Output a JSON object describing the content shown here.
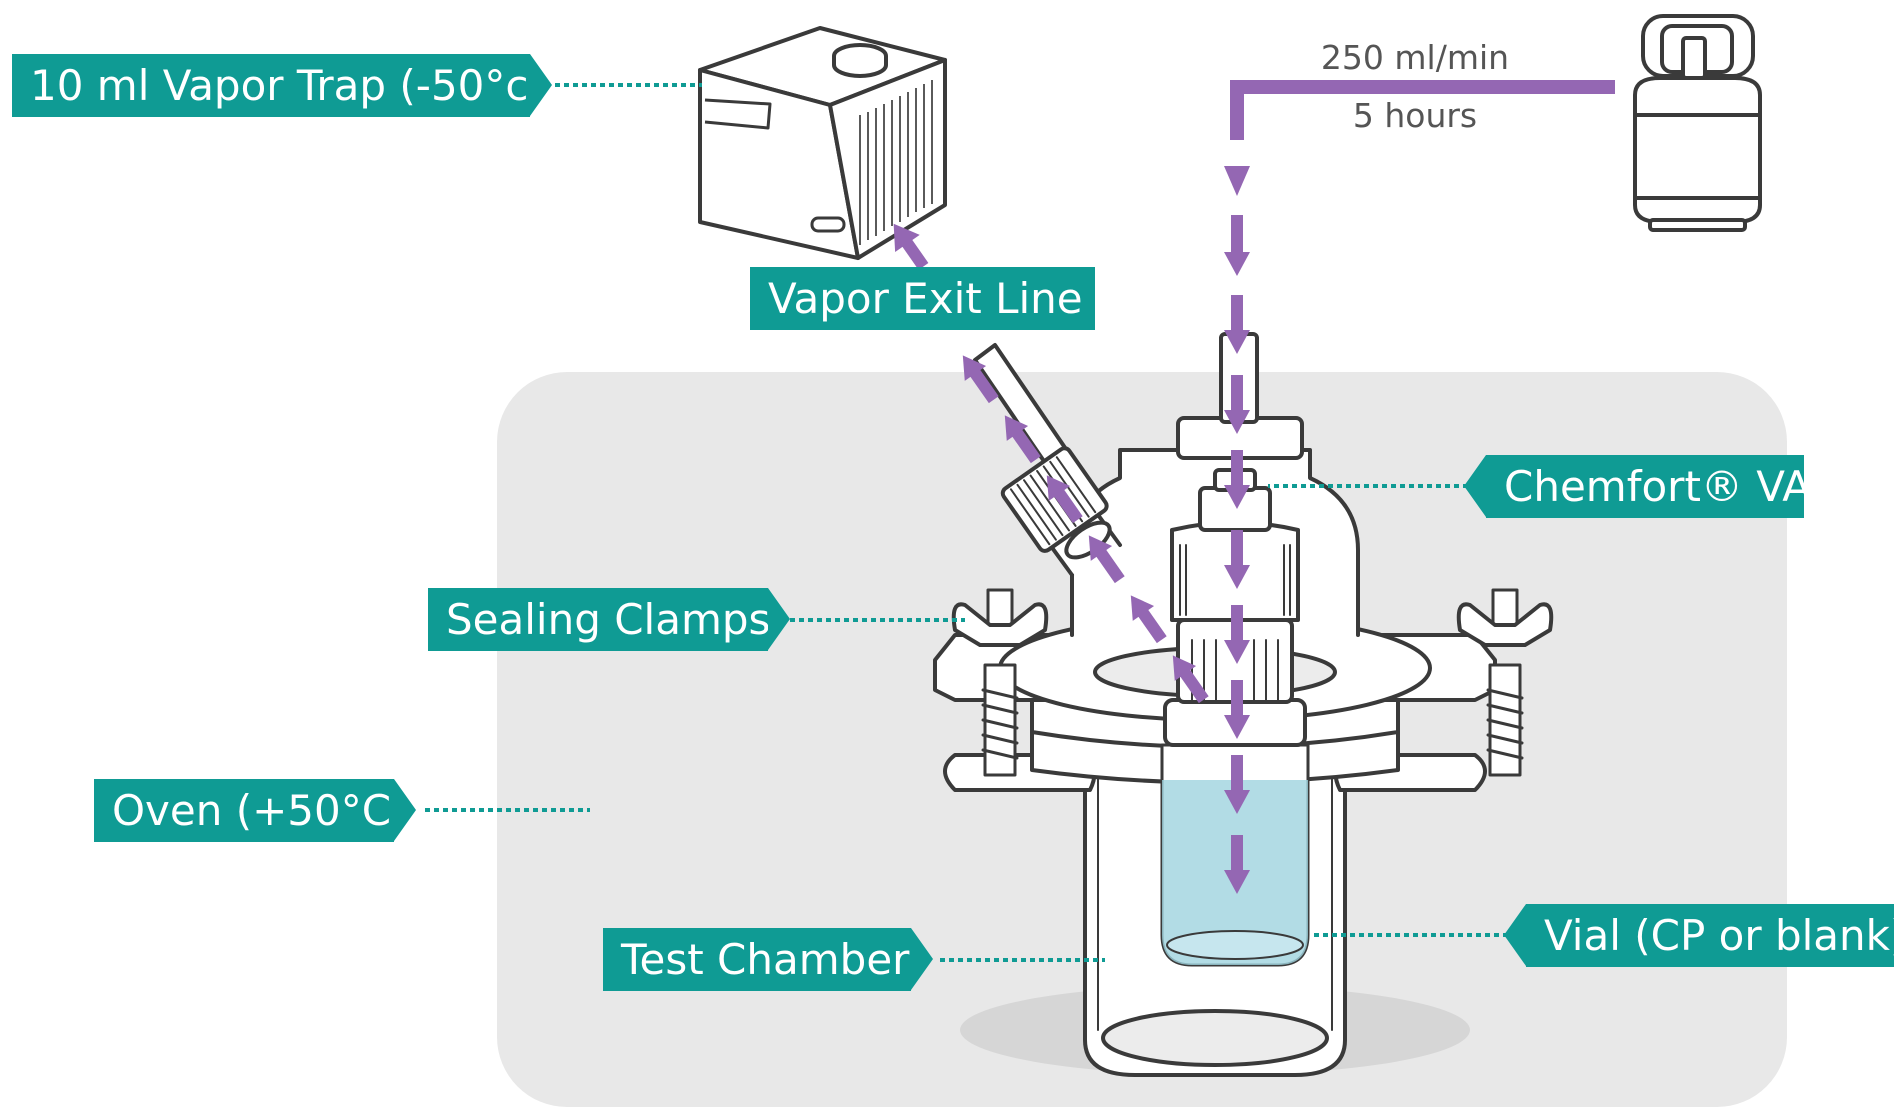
{
  "colors": {
    "label_bg": "#0f9b94",
    "leader": "#0f9b94",
    "oven_bg": "#e8e8e8",
    "flow_arrow": "#9467b3",
    "outline": "#3a3a3a",
    "liquid": "#9fd3df"
  },
  "labels": {
    "vapor_trap": "10 ml Vapor Trap (-50°c)",
    "vapor_exit": "Vapor Exit Line",
    "chemfort": "Chemfort® VA",
    "sealing_clamps": "Sealing Clamps",
    "oven": "Oven (+50°C)",
    "test_chamber": "Test Chamber",
    "vial": "Vial (CP or blank)"
  },
  "gas_flow": {
    "rate": "250 ml/min",
    "duration": "5 hours"
  },
  "icons": [
    "gas-cylinder-icon",
    "vapor-trap-unit-icon",
    "test-chamber-icon",
    "wing-nut-clamp-icon"
  ]
}
